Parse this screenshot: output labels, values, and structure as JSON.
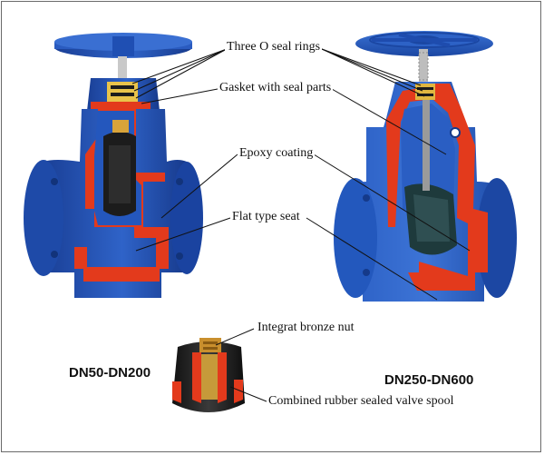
{
  "labels": {
    "o_rings": "Three O seal rings",
    "gasket": "Gasket with seal parts",
    "epoxy": "Epoxy coating",
    "seat": "Flat type seat",
    "nut": "Integrat bronze nut",
    "spool": "Combined rubber sealed valve spool"
  },
  "sizes": {
    "left": "DN50-DN200",
    "right": "DN250-DN600"
  },
  "colors": {
    "body_blue": "#1f4fb3",
    "section_red": "#e33a1c",
    "rubber_black": "#1c1c1c",
    "bronze": "#d9a43a",
    "leader": "#111111"
  }
}
